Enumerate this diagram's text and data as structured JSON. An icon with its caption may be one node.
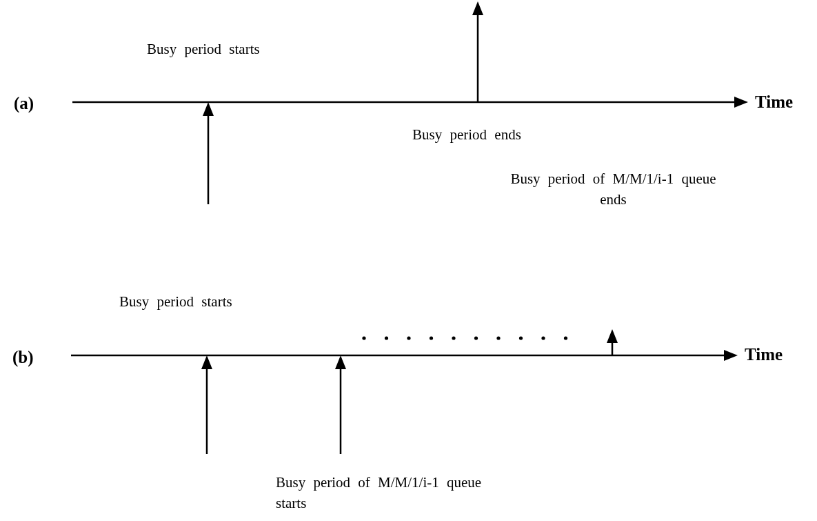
{
  "diagram": {
    "labels": [
      "Busy period starts",
      "(a)",
      "Time",
      "Busy period ends",
      "Busy period of M/M/1/i-1 queue ends",
      "Busy period starts",
      "(b)",
      "Time",
      "Busy period of M/M/1/i-1 queue starts"
    ]
  }
}
